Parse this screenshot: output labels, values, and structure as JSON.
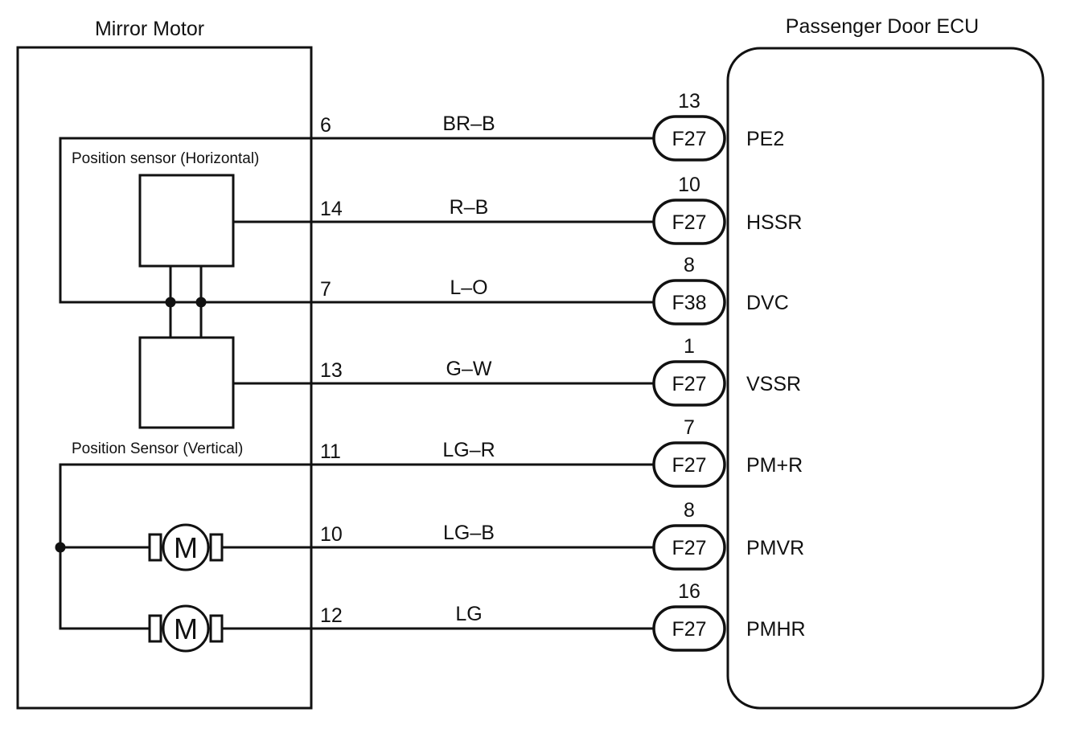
{
  "left_block": {
    "title": "Mirror Motor"
  },
  "right_block": {
    "title": "Passenger Door ECU"
  },
  "sensors": {
    "horizontal_label": "Position sensor (Horizontal)",
    "vertical_label": "Position Sensor (Vertical)"
  },
  "motor_symbol": "M",
  "wires": [
    {
      "pin": "6",
      "color": "BR–B",
      "ecu_pin": "13",
      "connector": "F27",
      "signal": "PE2"
    },
    {
      "pin": "14",
      "color": "R–B",
      "ecu_pin": "10",
      "connector": "F27",
      "signal": "HSSR"
    },
    {
      "pin": "7",
      "color": "L–O",
      "ecu_pin": "8",
      "connector": "F38",
      "signal": "DVC"
    },
    {
      "pin": "13",
      "color": "G–W",
      "ecu_pin": "1",
      "connector": "F27",
      "signal": "VSSR"
    },
    {
      "pin": "11",
      "color": "LG–R",
      "ecu_pin": "7",
      "connector": "F27",
      "signal": "PM+R"
    },
    {
      "pin": "10",
      "color": "LG–B",
      "ecu_pin": "8",
      "connector": "F27",
      "signal": "PMVR"
    },
    {
      "pin": "12",
      "color": "LG",
      "ecu_pin": "16",
      "connector": "F27",
      "signal": "PMHR"
    }
  ]
}
